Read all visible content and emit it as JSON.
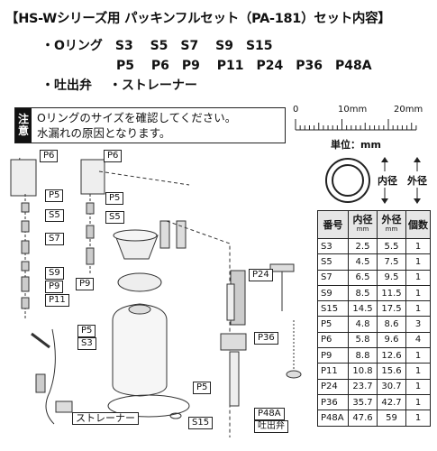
{
  "title": "【HS-Wシリーズ用 パッキンフルセット（PA-181）セット内容】",
  "list": {
    "oring_line": "・Oリング　S3　 S5　S7　 S9　S15",
    "p_line": "P5　 P6　P9　 P11　P24　P36　P48A",
    "parts_line": "・吐出弁　 ・ストレーナー"
  },
  "notice": {
    "tag1": "注",
    "tag2": "意",
    "line1": "Oリングのサイズを確認してください。",
    "line2": "水漏れの原因となります。"
  },
  "ruler": {
    "labels": [
      "0",
      "10mm",
      "20mm"
    ],
    "unit": "単位：mm"
  },
  "ring": {
    "inner": "内径",
    "outer": "外径"
  },
  "diagram": {
    "labels": [
      "P6",
      "P6",
      "P5",
      "P5",
      "S5",
      "S5",
      "S7",
      "S9",
      "P9",
      "P9",
      "P11",
      "P24",
      "P5",
      "S3",
      "P36",
      "P5",
      "S15",
      "P48A",
      "吐出弁",
      "ストレーナー"
    ]
  },
  "table": {
    "headers": [
      "番号",
      "内径",
      "外径",
      "個数"
    ],
    "unit": "mm",
    "rows": [
      [
        "S3",
        "2.5",
        "5.5",
        "1"
      ],
      [
        "S5",
        "4.5",
        "7.5",
        "1"
      ],
      [
        "S7",
        "6.5",
        "9.5",
        "1"
      ],
      [
        "S9",
        "8.5",
        "11.5",
        "1"
      ],
      [
        "S15",
        "14.5",
        "17.5",
        "1"
      ],
      [
        "P5",
        "4.8",
        "8.6",
        "3"
      ],
      [
        "P6",
        "5.8",
        "9.6",
        "4"
      ],
      [
        "P9",
        "8.8",
        "12.6",
        "1"
      ],
      [
        "P11",
        "10.8",
        "15.6",
        "1"
      ],
      [
        "P24",
        "23.7",
        "30.7",
        "1"
      ],
      [
        "P36",
        "35.7",
        "42.7",
        "1"
      ],
      [
        "P48A",
        "47.6",
        "59",
        "1"
      ]
    ]
  }
}
